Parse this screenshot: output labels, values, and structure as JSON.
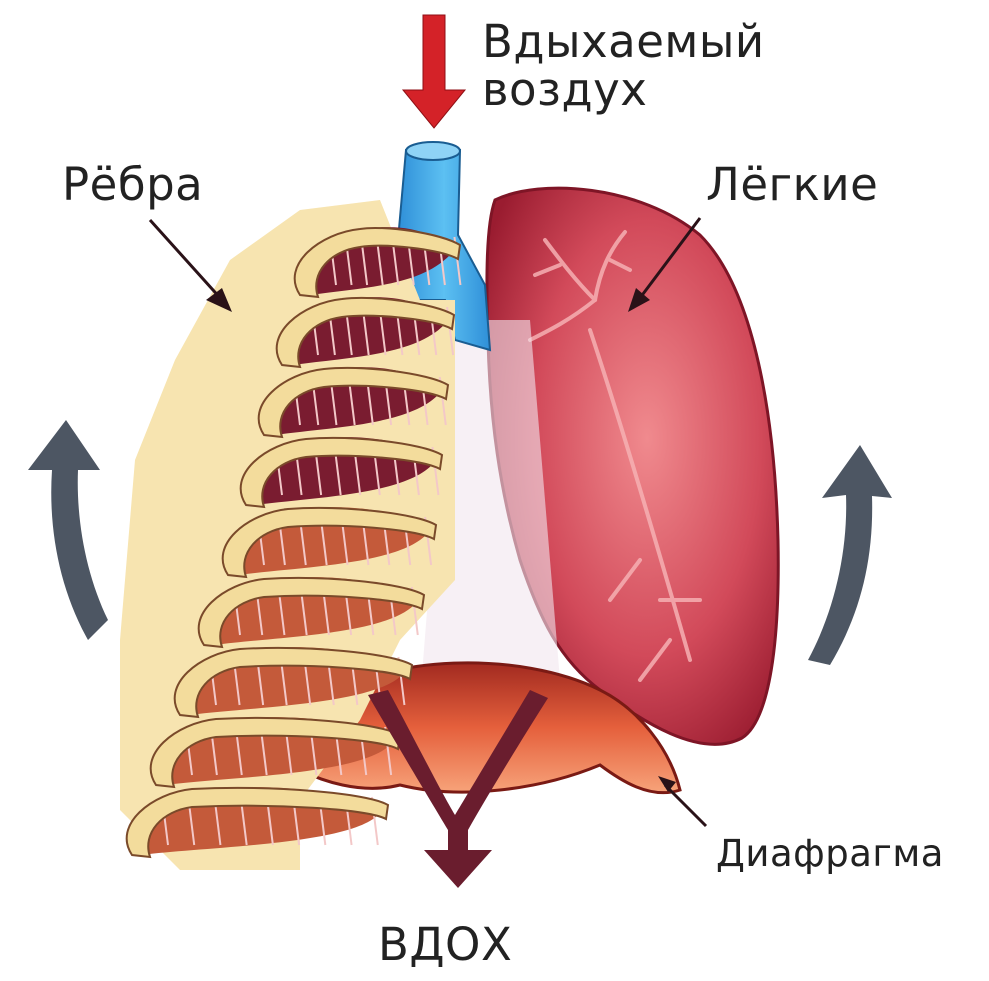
{
  "labels": {
    "inhaled_air": "Вдыхаемый воздух",
    "ribs": "Рёбра",
    "lungs": "Лёгкие",
    "diaphragm": "Диафрагма",
    "inhale": "ВДОХ"
  },
  "colors": {
    "air_arrow": "#d42228",
    "trachea": "#3aa0e6",
    "rib_bone": "#f3dc9c",
    "rib_muscle": "#7a1c30",
    "lung": "#c6384a",
    "diaphragm": "#c94a32",
    "motion_arrow": "#4d5663",
    "down_arrow": "#6a1d2e"
  },
  "icons": [
    "down-arrow-icon",
    "curved-up-arrow-icon"
  ]
}
